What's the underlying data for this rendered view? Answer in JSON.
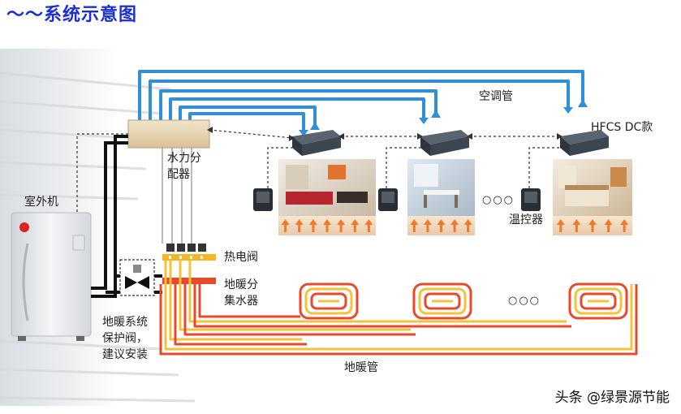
{
  "title": "～～系统示意图",
  "labels": {
    "ac_pipe": "空调管",
    "hfcs": "HFCS DC款",
    "distributor_line1": "水力分",
    "distributor_line2": "配器",
    "outdoor_unit": "室外机",
    "thermostat": "温控器",
    "thermal_valve": "热电阀",
    "manifold_line1": "地暖分",
    "manifold_line2": "集水器",
    "protect_line1": "地暖系统",
    "protect_line2": "保护阀，",
    "protect_line3": "建议安装",
    "floor_pipe": "地暖管",
    "dots_rooms": "○○○",
    "dots_floor": "○○○"
  },
  "watermark": "头条 @绿景源节能",
  "colors": {
    "title": "#1a2fd6",
    "supply_pipe": "#2f8fd8",
    "floor_red": "#e8482c",
    "floor_yellow": "#f6c23a",
    "arrow": "#f07a2a"
  }
}
